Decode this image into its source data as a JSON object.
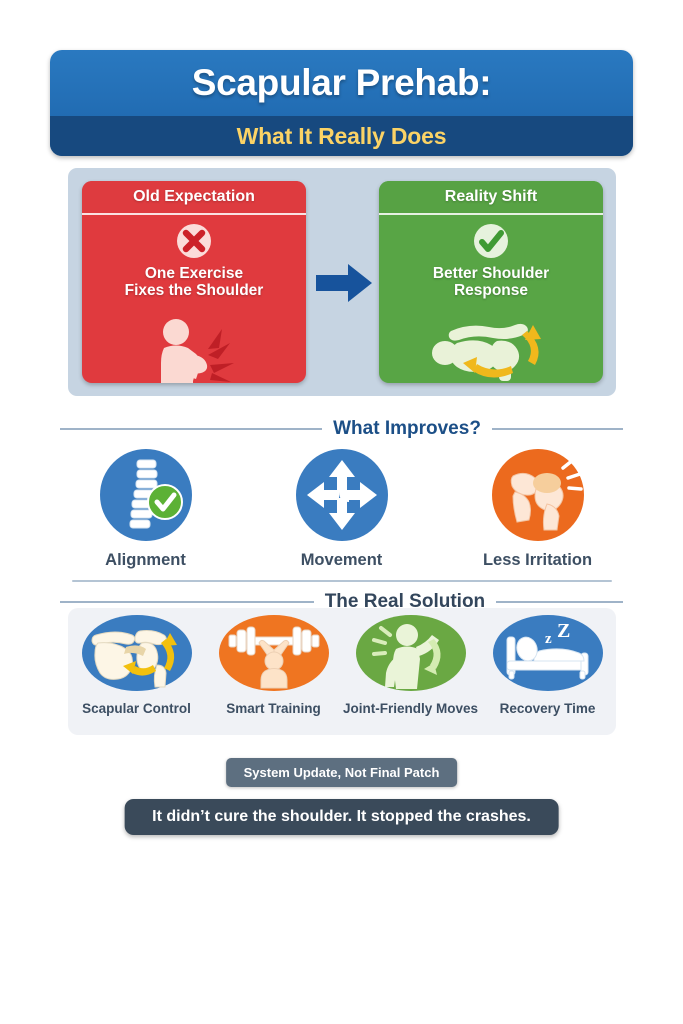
{
  "header": {
    "title": "Scapular Prehab:",
    "subtitle": "What It Really Does"
  },
  "comparison": {
    "arrow_icon": "right-arrow-icon",
    "left": {
      "heading": "Old Expectation",
      "status_icon": "x-circle-icon",
      "text_line1": "One Exercise",
      "text_line2": "Fixes the Shoulder",
      "art_icon": "person-shoulder-pain-icon",
      "color": "#e03a3e"
    },
    "right": {
      "heading": "Reality Shift",
      "status_icon": "check-circle-icon",
      "text_line1": "Better Shoulder",
      "text_line2": "Response",
      "art_icon": "shoulder-joint-mobility-icon",
      "color": "#58a545"
    }
  },
  "improves": {
    "title": "What Improves?",
    "items": [
      {
        "label": "Alignment",
        "icon": "spine-check-icon",
        "color": "#3a7cc0"
      },
      {
        "label": "Movement",
        "icon": "four-way-arrows-icon",
        "color": "#3a7cc0"
      },
      {
        "label": "Less Irritation",
        "icon": "inflamed-joint-icon",
        "color": "#ec6a1e"
      }
    ]
  },
  "solution": {
    "title": "The Real Solution",
    "items": [
      {
        "label": "Scapular Control",
        "icon": "scapula-rotation-icon",
        "color": "#3a7cc0"
      },
      {
        "label": "Smart Training",
        "icon": "barbell-lift-icon",
        "color": "#ef7521"
      },
      {
        "label": "Joint-Friendly Moves",
        "icon": "person-stretch-icon",
        "color": "#6aa843"
      },
      {
        "label": "Recovery Time",
        "icon": "sleep-bed-icon",
        "color": "#3a7cc0"
      }
    ]
  },
  "footer": {
    "badge": "System Update, Not Final Patch",
    "tagline": "It didn’t cure the shoulder. It stopped the crashes."
  },
  "colors": {
    "header_top": "#2a79c0",
    "header_bottom": "#17497f",
    "accent_yellow": "#fbd366",
    "panel_frame": "#c6d4e2",
    "solution_bg": "#f0f2f6",
    "slate_text": "#3d4f63",
    "badge_gray": "#5d6f80",
    "tagline_gray": "#3a4a5a"
  }
}
